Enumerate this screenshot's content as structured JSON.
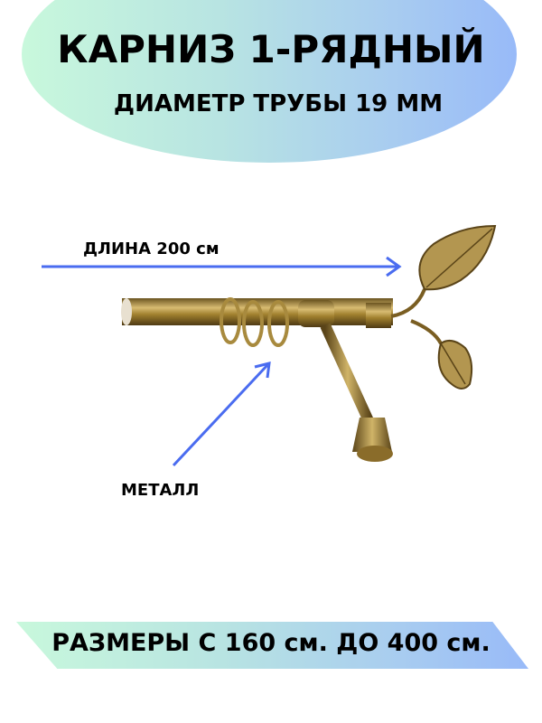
{
  "header": {
    "title": "КАРНИЗ 1-РЯДНЫЙ",
    "subtitle": "ДИАМЕТР ТРУБЫ 19 ММ"
  },
  "annotations": {
    "length": "ДЛИНА 200 см",
    "material": "МЕТАЛЛ"
  },
  "footer": {
    "sizes": "РАЗМЕРЫ С 160 см. ДО 400 см."
  },
  "colors": {
    "arrow": "#4a6cf0",
    "brass": "#b08a3c",
    "gradient_start": "#c8f8dc",
    "gradient_end": "#98baf8"
  }
}
